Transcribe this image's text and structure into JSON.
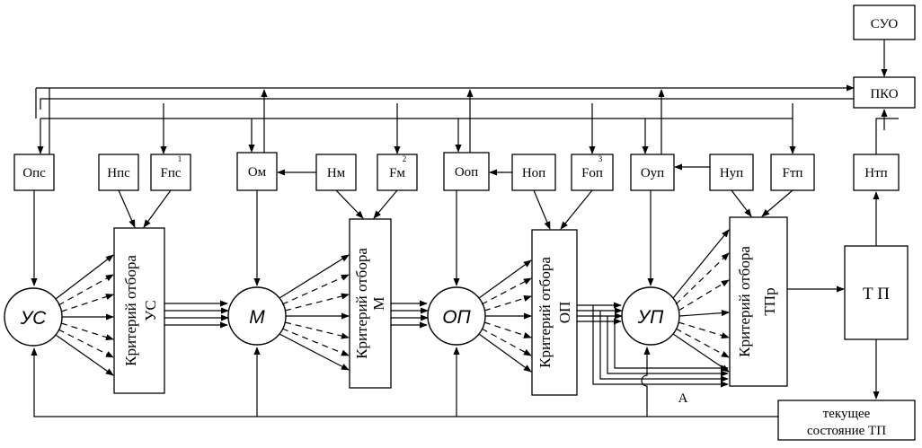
{
  "boxes": {
    "suo": "СУО",
    "pko": "ПКО",
    "o_ps": "Oпс",
    "n_ps": "Hпс",
    "f_ps": "Fпс",
    "f_ps_sup": "1",
    "o_m": "Oм",
    "n_m": "Hм",
    "f_m": "Fм",
    "f_m_sup": "2",
    "o_op": "Oоп",
    "n_op": "Hоп",
    "f_op": "Fоп",
    "f_op_sup": "3",
    "o_up": "Oуп",
    "n_up": "Hуп",
    "f_tp": "Fтп",
    "n_tp": "Hтп",
    "tp": "Т П",
    "current_1": "текущее",
    "current_2": "состояние ТП"
  },
  "circles": {
    "us": "УС",
    "m": "М",
    "op": "ОП",
    "up": "УП"
  },
  "criteria": {
    "title": "Критерий отбора",
    "c1": "УС",
    "c2": "М",
    "c3": "ОП",
    "c4": "ТПр"
  },
  "labels": {
    "a": "А"
  }
}
